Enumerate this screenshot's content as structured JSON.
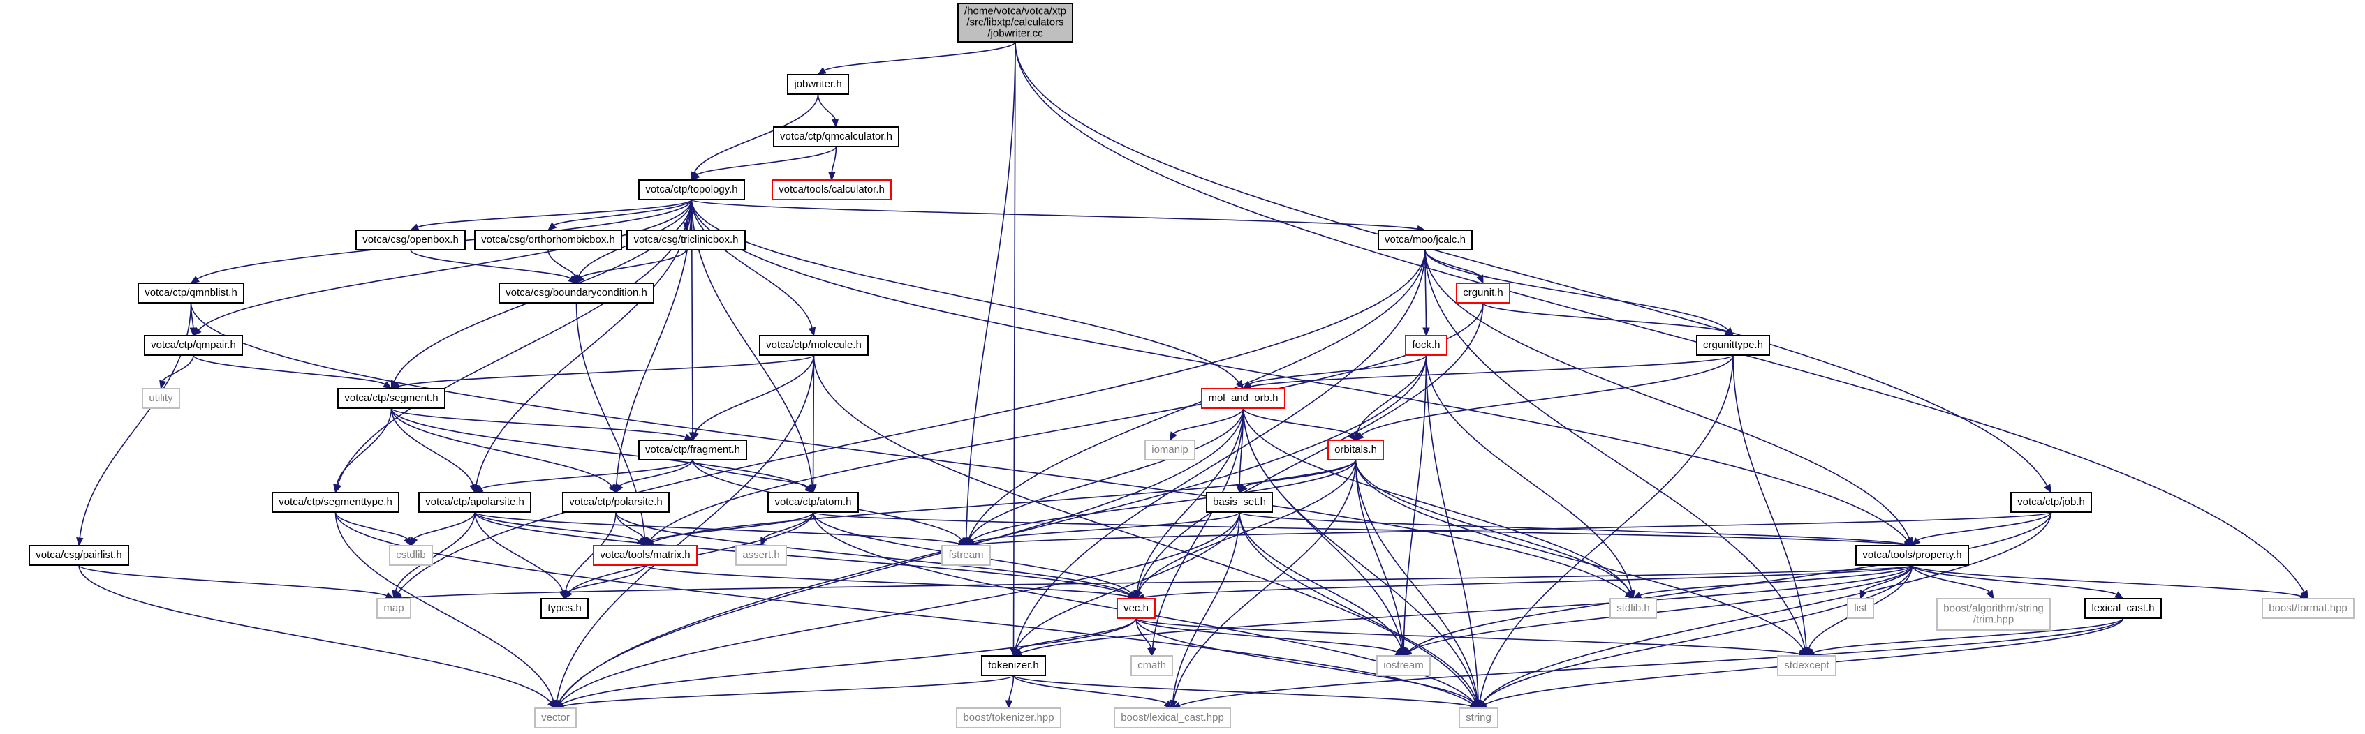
{
  "colors": {
    "edge": "#191970",
    "normal_border": "#000000",
    "incomplete_border": "#ff0000",
    "system_border": "#bfbfbf",
    "root_fill": "#bfbfbf",
    "system_text": "#808080"
  },
  "nodes": [
    {
      "id": "root",
      "label": [
        "/home/votca/votca/xtp",
        "/src/libxtp/calculators",
        "/jobwriter.cc"
      ],
      "kind": "root"
    },
    {
      "id": "jobwriter_h",
      "label": [
        "jobwriter.h"
      ],
      "kind": "normal"
    },
    {
      "id": "qmcalculator_h",
      "label": [
        "votca/ctp/qmcalculator.h"
      ],
      "kind": "normal"
    },
    {
      "id": "tools_calculator_h",
      "label": [
        "votca/tools/calculator.h"
      ],
      "kind": "incomplete"
    },
    {
      "id": "topology_h",
      "label": [
        "votca/ctp/topology.h"
      ],
      "kind": "normal"
    },
    {
      "id": "openbox_h",
      "label": [
        "votca/csg/openbox.h"
      ],
      "kind": "normal"
    },
    {
      "id": "orthorhombicbox_h",
      "label": [
        "votca/csg/orthorhombicbox.h"
      ],
      "kind": "normal"
    },
    {
      "id": "triclinicbox_h",
      "label": [
        "votca/csg/triclinicbox.h"
      ],
      "kind": "normal"
    },
    {
      "id": "jcalc_h",
      "label": [
        "votca/moo/jcalc.h"
      ],
      "kind": "normal"
    },
    {
      "id": "qmnblist_h",
      "label": [
        "votca/ctp/qmnblist.h"
      ],
      "kind": "normal"
    },
    {
      "id": "boundarycondition_h",
      "label": [
        "votca/csg/boundarycondition.h"
      ],
      "kind": "normal"
    },
    {
      "id": "crgunit_h",
      "label": [
        "crgunit.h"
      ],
      "kind": "incomplete"
    },
    {
      "id": "qmpair_h",
      "label": [
        "votca/ctp/qmpair.h"
      ],
      "kind": "normal"
    },
    {
      "id": "molecule_h",
      "label": [
        "votca/ctp/molecule.h"
      ],
      "kind": "normal"
    },
    {
      "id": "fock_h",
      "label": [
        "fock.h"
      ],
      "kind": "incomplete"
    },
    {
      "id": "crgunittype_h",
      "label": [
        "crgunittype.h"
      ],
      "kind": "normal"
    },
    {
      "id": "utility",
      "label": [
        "utility"
      ],
      "kind": "system"
    },
    {
      "id": "segment_h",
      "label": [
        "votca/ctp/segment.h"
      ],
      "kind": "normal"
    },
    {
      "id": "mol_and_orb_h",
      "label": [
        "mol_and_orb.h"
      ],
      "kind": "incomplete"
    },
    {
      "id": "iomanip",
      "label": [
        "iomanip"
      ],
      "kind": "system"
    },
    {
      "id": "fragment_h",
      "label": [
        "votca/ctp/fragment.h"
      ],
      "kind": "normal"
    },
    {
      "id": "orbitals_h",
      "label": [
        "orbitals.h"
      ],
      "kind": "incomplete"
    },
    {
      "id": "segmenttype_h",
      "label": [
        "votca/ctp/segmenttype.h"
      ],
      "kind": "normal"
    },
    {
      "id": "apolarsite_h",
      "label": [
        "votca/ctp/apolarsite.h"
      ],
      "kind": "normal"
    },
    {
      "id": "polarsite_h",
      "label": [
        "votca/ctp/polarsite.h"
      ],
      "kind": "normal"
    },
    {
      "id": "atom_h",
      "label": [
        "votca/ctp/atom.h"
      ],
      "kind": "normal"
    },
    {
      "id": "basis_set_h",
      "label": [
        "basis_set.h"
      ],
      "kind": "normal"
    },
    {
      "id": "job_h",
      "label": [
        "votca/ctp/job.h"
      ],
      "kind": "normal"
    },
    {
      "id": "cstdlib",
      "label": [
        "cstdlib"
      ],
      "kind": "system"
    },
    {
      "id": "matrix_h",
      "label": [
        "votca/tools/matrix.h"
      ],
      "kind": "incomplete"
    },
    {
      "id": "assert_h",
      "label": [
        "assert.h"
      ],
      "kind": "system"
    },
    {
      "id": "fstream",
      "label": [
        "fstream"
      ],
      "kind": "system"
    },
    {
      "id": "property_h",
      "label": [
        "votca/tools/property.h"
      ],
      "kind": "normal"
    },
    {
      "id": "pairlist_h",
      "label": [
        "votca/csg/pairlist.h"
      ],
      "kind": "normal"
    },
    {
      "id": "map",
      "label": [
        "map"
      ],
      "kind": "system"
    },
    {
      "id": "types_h",
      "label": [
        "types.h"
      ],
      "kind": "normal"
    },
    {
      "id": "vec_h",
      "label": [
        "vec.h"
      ],
      "kind": "incomplete"
    },
    {
      "id": "stdlib_h",
      "label": [
        "stdlib.h"
      ],
      "kind": "system"
    },
    {
      "id": "list",
      "label": [
        "list"
      ],
      "kind": "system"
    },
    {
      "id": "trim_hpp",
      "label": [
        "boost/algorithm/string",
        "/trim.hpp"
      ],
      "kind": "system"
    },
    {
      "id": "lexical_cast_h",
      "label": [
        "lexical_cast.h"
      ],
      "kind": "normal"
    },
    {
      "id": "boost_format_hpp",
      "label": [
        "boost/format.hpp"
      ],
      "kind": "system"
    },
    {
      "id": "tokenizer_h",
      "label": [
        "tokenizer.h"
      ],
      "kind": "normal"
    },
    {
      "id": "cmath",
      "label": [
        "cmath"
      ],
      "kind": "system"
    },
    {
      "id": "iostream",
      "label": [
        "iostream"
      ],
      "kind": "system"
    },
    {
      "id": "stdexcept",
      "label": [
        "stdexcept"
      ],
      "kind": "system"
    },
    {
      "id": "boost_tokenizer_hpp",
      "label": [
        "boost/tokenizer.hpp"
      ],
      "kind": "system"
    },
    {
      "id": "boost_lexical_cast_hpp",
      "label": [
        "boost/lexical_cast.hpp"
      ],
      "kind": "system"
    },
    {
      "id": "vector",
      "label": [
        "vector"
      ],
      "kind": "system"
    },
    {
      "id": "string",
      "label": [
        "string"
      ],
      "kind": "system"
    }
  ],
  "edges": [
    [
      "root",
      "jobwriter_h"
    ],
    [
      "root",
      "fstream"
    ],
    [
      "root",
      "job_h"
    ],
    [
      "root",
      "boost_format_hpp"
    ],
    [
      "root",
      "tokenizer_h"
    ],
    [
      "jobwriter_h",
      "qmcalculator_h"
    ],
    [
      "jobwriter_h",
      "topology_h"
    ],
    [
      "qmcalculator_h",
      "topology_h"
    ],
    [
      "qmcalculator_h",
      "tools_calculator_h"
    ],
    [
      "topology_h",
      "openbox_h"
    ],
    [
      "topology_h",
      "orthorhombicbox_h"
    ],
    [
      "topology_h",
      "triclinicbox_h"
    ],
    [
      "topology_h",
      "jcalc_h"
    ],
    [
      "topology_h",
      "qmnblist_h"
    ],
    [
      "topology_h",
      "boundarycondition_h"
    ],
    [
      "topology_h",
      "qmpair_h"
    ],
    [
      "topology_h",
      "molecule_h"
    ],
    [
      "topology_h",
      "segment_h"
    ],
    [
      "topology_h",
      "fragment_h"
    ],
    [
      "topology_h",
      "segmenttype_h"
    ],
    [
      "topology_h",
      "apolarsite_h"
    ],
    [
      "topology_h",
      "polarsite_h"
    ],
    [
      "topology_h",
      "atom_h"
    ],
    [
      "topology_h",
      "mol_and_orb_h"
    ],
    [
      "topology_h",
      "property_h"
    ],
    [
      "openbox_h",
      "boundarycondition_h"
    ],
    [
      "orthorhombicbox_h",
      "boundarycondition_h"
    ],
    [
      "triclinicbox_h",
      "boundarycondition_h"
    ],
    [
      "boundarycondition_h",
      "matrix_h"
    ],
    [
      "jcalc_h",
      "crgunit_h"
    ],
    [
      "jcalc_h",
      "crgunittype_h"
    ],
    [
      "jcalc_h",
      "fock_h"
    ],
    [
      "jcalc_h",
      "property_h"
    ],
    [
      "jcalc_h",
      "stdexcept"
    ],
    [
      "jcalc_h",
      "map"
    ],
    [
      "jcalc_h",
      "fstream"
    ],
    [
      "jcalc_h",
      "tokenizer_h"
    ],
    [
      "crgunit_h",
      "crgunittype_h"
    ],
    [
      "crgunit_h",
      "vec_h"
    ],
    [
      "crgunit_h",
      "matrix_h"
    ],
    [
      "crgunittype_h",
      "mol_and_orb_h"
    ],
    [
      "crgunittype_h",
      "orbitals_h"
    ],
    [
      "crgunittype_h",
      "stdexcept"
    ],
    [
      "crgunittype_h",
      "string"
    ],
    [
      "fock_h",
      "mol_and_orb_h"
    ],
    [
      "fock_h",
      "orbitals_h"
    ],
    [
      "fock_h",
      "stdlib_h"
    ],
    [
      "fock_h",
      "iostream"
    ],
    [
      "fock_h",
      "vector"
    ],
    [
      "fock_h",
      "string"
    ],
    [
      "qmnblist_h",
      "qmpair_h"
    ],
    [
      "qmnblist_h",
      "pairlist_h"
    ],
    [
      "qmnblist_h",
      "stdlib_h"
    ],
    [
      "qmpair_h",
      "utility"
    ],
    [
      "qmpair_h",
      "segment_h"
    ],
    [
      "molecule_h",
      "segment_h"
    ],
    [
      "molecule_h",
      "fragment_h"
    ],
    [
      "molecule_h",
      "atom_h"
    ],
    [
      "molecule_h",
      "vector"
    ],
    [
      "molecule_h",
      "string"
    ],
    [
      "segment_h",
      "segmenttype_h"
    ],
    [
      "segment_h",
      "fragment_h"
    ],
    [
      "segment_h",
      "apolarsite_h"
    ],
    [
      "segment_h",
      "polarsite_h"
    ],
    [
      "segment_h",
      "atom_h"
    ],
    [
      "fragment_h",
      "apolarsite_h"
    ],
    [
      "fragment_h",
      "polarsite_h"
    ],
    [
      "fragment_h",
      "atom_h"
    ],
    [
      "fragment_h",
      "fstream"
    ],
    [
      "segmenttype_h",
      "cstdlib"
    ],
    [
      "segmenttype_h",
      "vector"
    ],
    [
      "segmenttype_h",
      "string"
    ],
    [
      "apolarsite_h",
      "cstdlib"
    ],
    [
      "apolarsite_h",
      "map"
    ],
    [
      "apolarsite_h",
      "types_h"
    ],
    [
      "apolarsite_h",
      "matrix_h"
    ],
    [
      "apolarsite_h",
      "vec_h"
    ],
    [
      "apolarsite_h",
      "fstream"
    ],
    [
      "polarsite_h",
      "matrix_h"
    ],
    [
      "polarsite_h",
      "types_h"
    ],
    [
      "polarsite_h",
      "vec_h"
    ],
    [
      "atom_h",
      "matrix_h"
    ],
    [
      "atom_h",
      "assert_h"
    ],
    [
      "atom_h",
      "types_h"
    ],
    [
      "atom_h",
      "vec_h"
    ],
    [
      "atom_h",
      "property_h"
    ],
    [
      "atom_h",
      "string"
    ],
    [
      "mol_and_orb_h",
      "iomanip"
    ],
    [
      "mol_and_orb_h",
      "orbitals_h"
    ],
    [
      "mol_and_orb_h",
      "basis_set_h"
    ],
    [
      "mol_and_orb_h",
      "vec_h"
    ],
    [
      "mol_and_orb_h",
      "fstream"
    ],
    [
      "mol_and_orb_h",
      "stdlib_h"
    ],
    [
      "mol_and_orb_h",
      "cmath"
    ],
    [
      "mol_and_orb_h",
      "iostream"
    ],
    [
      "mol_and_orb_h",
      "vector"
    ],
    [
      "mol_and_orb_h",
      "string"
    ],
    [
      "orbitals_h",
      "basis_set_h"
    ],
    [
      "orbitals_h",
      "matrix_h"
    ],
    [
      "orbitals_h",
      "vec_h"
    ],
    [
      "orbitals_h",
      "fstream"
    ],
    [
      "orbitals_h",
      "stdlib_h"
    ],
    [
      "orbitals_h",
      "iostream"
    ],
    [
      "orbitals_h",
      "stdexcept"
    ],
    [
      "orbitals_h",
      "boost_lexical_cast_hpp"
    ],
    [
      "orbitals_h",
      "string"
    ],
    [
      "basis_set_h",
      "property_h"
    ],
    [
      "basis_set_h",
      "fstream"
    ],
    [
      "basis_set_h",
      "tokenizer_h"
    ],
    [
      "basis_set_h",
      "iostream"
    ],
    [
      "basis_set_h",
      "boost_lexical_cast_hpp"
    ],
    [
      "basis_set_h",
      "vector"
    ],
    [
      "basis_set_h",
      "string"
    ],
    [
      "job_h",
      "property_h"
    ],
    [
      "job_h",
      "fstream"
    ],
    [
      "job_h",
      "iostream"
    ],
    [
      "job_h",
      "string"
    ],
    [
      "property_h",
      "map"
    ],
    [
      "property_h",
      "vec_h"
    ],
    [
      "property_h",
      "stdlib_h"
    ],
    [
      "property_h",
      "list"
    ],
    [
      "property_h",
      "trim_hpp"
    ],
    [
      "property_h",
      "lexical_cast_h"
    ],
    [
      "property_h",
      "boost_format_hpp"
    ],
    [
      "property_h",
      "tokenizer_h"
    ],
    [
      "property_h",
      "iostream"
    ],
    [
      "property_h",
      "stdexcept"
    ],
    [
      "property_h",
      "string"
    ],
    [
      "lexical_cast_h",
      "boost_lexical_cast_hpp"
    ],
    [
      "lexical_cast_h",
      "stdexcept"
    ],
    [
      "lexical_cast_h",
      "string"
    ],
    [
      "pairlist_h",
      "map"
    ],
    [
      "pairlist_h",
      "vector"
    ],
    [
      "matrix_h",
      "types_h"
    ],
    [
      "matrix_h",
      "vec_h"
    ],
    [
      "vec_h",
      "tokenizer_h"
    ],
    [
      "vec_h",
      "cmath"
    ],
    [
      "vec_h",
      "iostream"
    ],
    [
      "vec_h",
      "stdexcept"
    ],
    [
      "vec_h",
      "string"
    ],
    [
      "vec_h",
      "vector"
    ],
    [
      "tokenizer_h",
      "boost_tokenizer_hpp"
    ],
    [
      "tokenizer_h",
      "boost_lexical_cast_hpp"
    ],
    [
      "tokenizer_h",
      "vector"
    ],
    [
      "tokenizer_h",
      "string"
    ]
  ]
}
